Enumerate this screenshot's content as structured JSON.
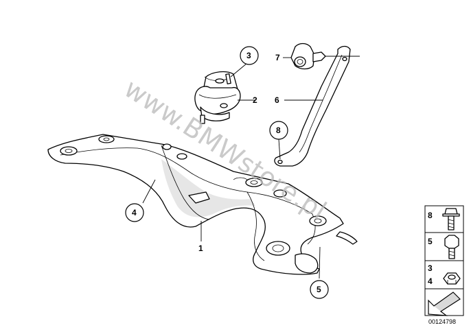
{
  "watermark": "www.BMWstore.pl",
  "diagram_code": "00124798",
  "callouts": {
    "c1": "1",
    "c2": "2",
    "c3": "3",
    "c4": "4",
    "c5": "5",
    "c6": "6",
    "c7": "7",
    "c8": "8"
  },
  "sidebar": {
    "items": [
      {
        "label": "8",
        "icon": "bolt-flange-icon"
      },
      {
        "label": "5",
        "icon": "hex-bolt-icon"
      },
      {
        "label_top": "3",
        "label_bottom": "4",
        "icon": "hex-nut-icon"
      },
      {
        "icon": "arrow-icon"
      }
    ]
  }
}
